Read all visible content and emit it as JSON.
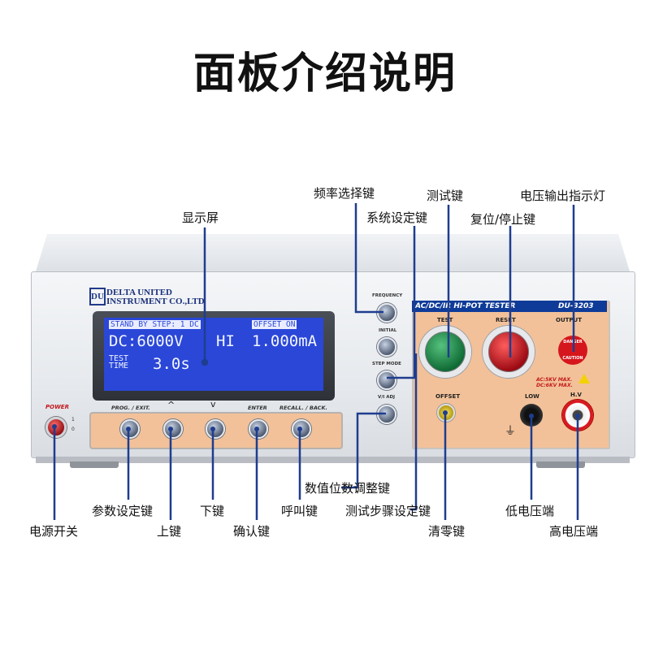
{
  "title": "面板介绍说明",
  "device": {
    "brand_line1": "DELTA UNITED",
    "brand_line2": "INSTRUMENT CO.,LTD",
    "logo_mark": "DU",
    "power_label": "POWER",
    "power_on_mark": "1",
    "power_off_mark": "0",
    "lcd": {
      "status": "STAND BY STEP: 1 DC",
      "offset": "OFFSET ON",
      "mode": "DC:",
      "voltage": "6000V",
      "hi": "HI",
      "current": "1.000mA",
      "test_label_1": "TEST",
      "test_label_2": "TIME",
      "time": "3.0s"
    },
    "button_labels": {
      "prog_exit": "PROG. / EXIT.",
      "up": "^",
      "down": "v",
      "enter": "ENTER",
      "recall_back": "RECALL. / BACK."
    },
    "side_labels": {
      "frequency": "FREQUENCY",
      "initial": "INITIAL",
      "step_mode": "STEP MODE",
      "vi_adj": "V/I ADJ"
    },
    "right_panel": {
      "title": "AC/DC/IR  HI-POT TESTER",
      "model": "DU-3203",
      "test": "TEST",
      "reset": "RESET",
      "output": "OUTPUT",
      "danger": "DANGER",
      "caution": "CAUTION",
      "ac_max": "AC:5KV MAX.",
      "dc_max": "DC:6KV MAX.",
      "offset": "OFFSET",
      "low": "LOW",
      "hv": "H.V"
    }
  },
  "annotations": {
    "display": "显示屏",
    "frequency_key": "频率选择键",
    "system_key": "系统设定键",
    "test_key": "测试键",
    "reset_stop_key": "复位/停止键",
    "output_indicator": "电压输出指示灯",
    "value_digit_key": "数值位数调整键",
    "step_setting_key": "测试步骤设定键",
    "param_key": "参数设定键",
    "down_key": "下键",
    "call_key": "呼叫键",
    "power_switch": "电源开关",
    "up_key": "上键",
    "confirm_key": "确认键",
    "zero_key": "清零键",
    "low_voltage_terminal": "低电压端",
    "high_voltage_terminal": "高电压端"
  },
  "colors": {
    "leader_line": "#1f3d8f",
    "lcd_background": "#2a47d8",
    "panel_orange": "#f2c199",
    "header_blue": "#0f3b98"
  }
}
